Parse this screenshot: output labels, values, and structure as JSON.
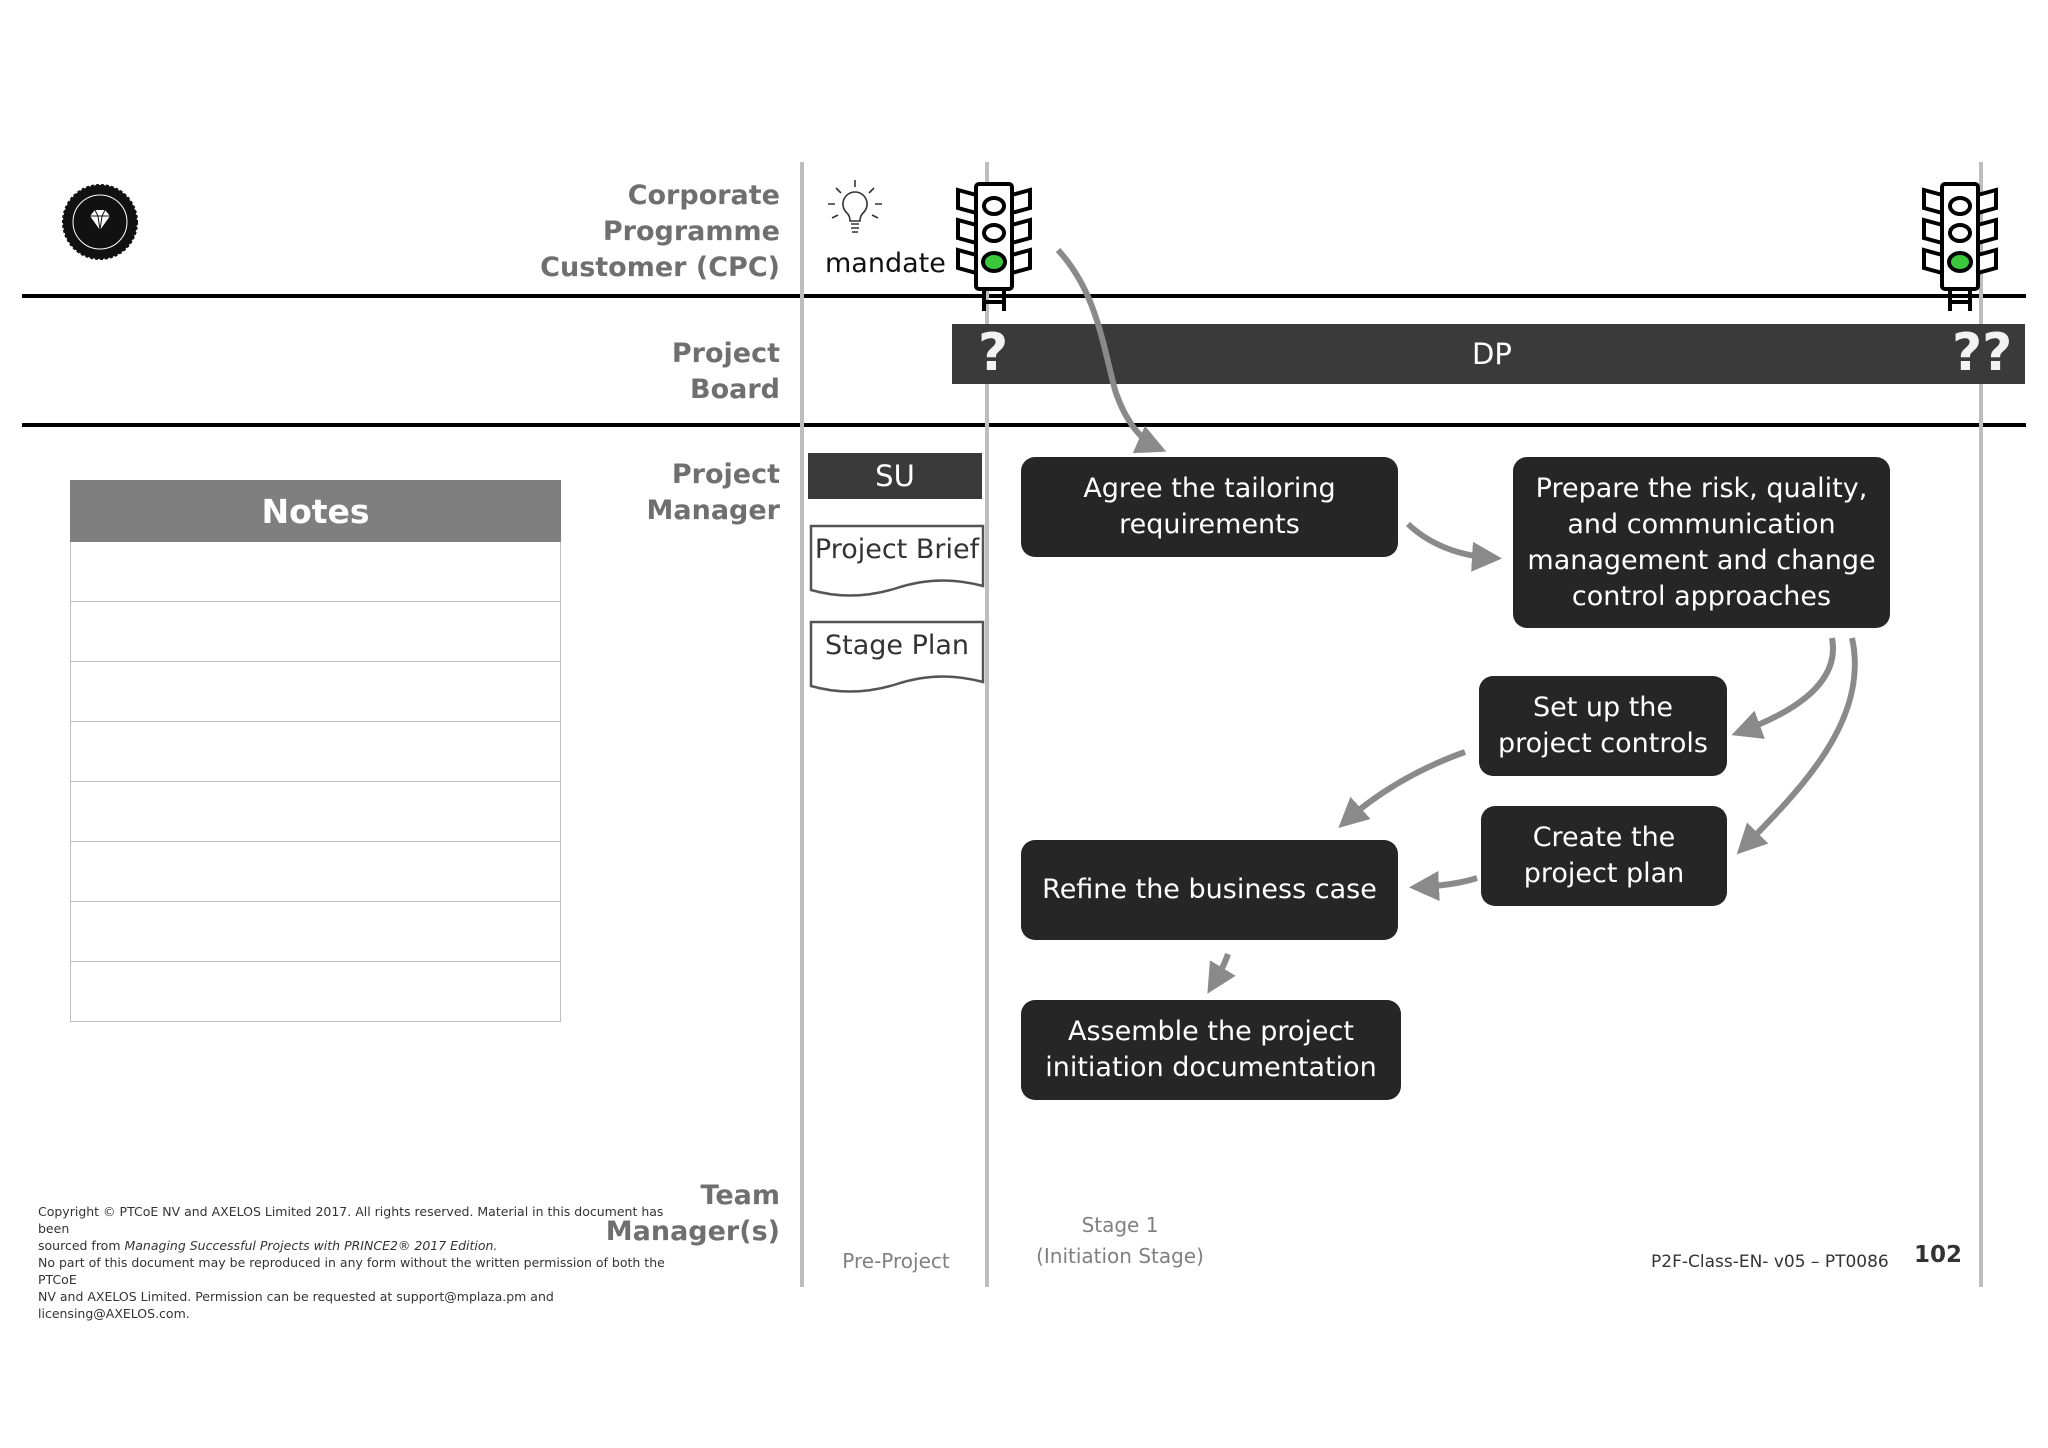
{
  "lanes": {
    "cpc": "Corporate\nProgramme\nCustomer (CPC)",
    "board": "Project\nBoard",
    "pm": "Project\nManager",
    "team": "Team\nManager(s)"
  },
  "mandate_label": "mandate",
  "dp_bar": {
    "left_mark": "?",
    "center": "DP",
    "right_mark": "??"
  },
  "su_label": "SU",
  "documents": [
    "Project Brief",
    "Stage Plan"
  ],
  "activities": {
    "agree": "Agree the tailoring\nrequirements",
    "prepare": "Prepare the risk, quality,\nand communication\nmanagement and change\ncontrol approaches",
    "setup": "Set up the\nproject controls",
    "create": "Create the\nproject plan",
    "refine": "Refine the business case",
    "assemble": "Assemble the project\ninitiation documentation"
  },
  "notes": {
    "title": "Notes",
    "row_count": 8
  },
  "footer": {
    "copyright_1": "Copyright © PTCoE NV and AXELOS Limited 2017. All rights reserved. Material in this document has been",
    "copyright_2a": "sourced from ",
    "copyright_2b": "Managing Successful Projects with PRINCE2® 2017 Edition.",
    "copyright_3": "No part of this document may be reproduced in any form without the written permission of both the PTCoE",
    "copyright_4": "NV and AXELOS Limited. Permission can be requested at support@mplaza.pm and licensing@AXELOS.com.",
    "pre_project": "Pre-Project",
    "stage1_a": "Stage 1",
    "stage1_b": "(Initiation Stage)",
    "doc_code": "P2F-Class-EN- v05 – PT0086",
    "page_number": "102"
  },
  "colors": {
    "box": "#262626",
    "bar": "#3a3a3a",
    "arrow": "#8a8a8a",
    "green_light": "#3cc83c"
  }
}
